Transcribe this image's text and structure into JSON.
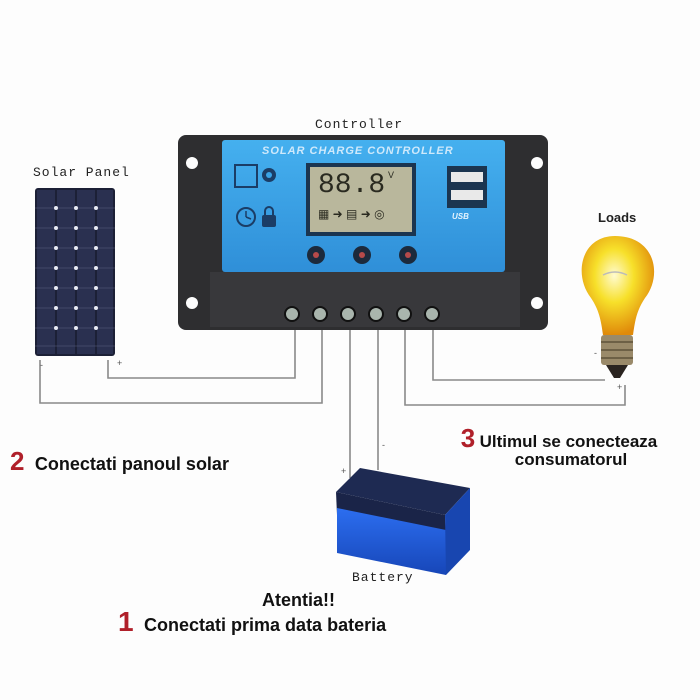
{
  "labels": {
    "controller": "Controller",
    "solar_panel": "Solar Panel",
    "loads": "Loads",
    "battery": "Battery"
  },
  "controller": {
    "title": "SOLAR CHARGE CONTROLLER",
    "lcd_value": "88.8",
    "lcd_unit": "V",
    "usb_label": "USB",
    "terminals": 6,
    "body_color": "#2e2e30",
    "face_color": "#3aa3e6"
  },
  "polarity": {
    "minus": "-",
    "plus": "+"
  },
  "steps": [
    {
      "number": "2",
      "text": "Conectati panoul solar"
    },
    {
      "number": "3",
      "text": "Ultimul se conecteaza",
      "text2": "consumatorul"
    },
    {
      "number": "1",
      "header": "Atentia!!",
      "text": "Conectati prima data bateria"
    }
  ],
  "colors": {
    "step_number": "#b0202a",
    "wire": "#8a8a8a",
    "battery": "#1f5ad6",
    "bulb": "#f5d21a"
  }
}
